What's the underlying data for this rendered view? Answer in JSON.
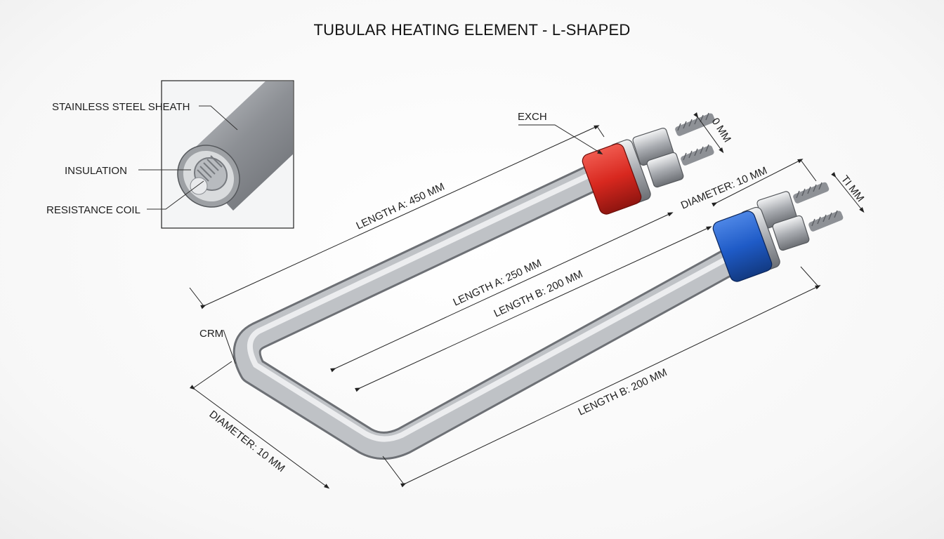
{
  "title": "TUBULAR HEATING ELEMENT - L-SHAPED",
  "inset": {
    "callouts": {
      "sheath": "STAINLESS STEEL SHEATH",
      "insulation": "INSULATION",
      "coil": "RESISTANCE COIL"
    }
  },
  "dimensions": {
    "exch": "EXCH",
    "top_mm": "0 MM",
    "length_a_450": "LENGTH A: 450 MM",
    "diameter_right": "DIAMETER: 10 MM",
    "right_mm": "TI MM",
    "length_a_250": "LENGTH A: 250 MM",
    "length_b_200_inner": "LENGTH B: 200 MM",
    "crm": "CRM",
    "diameter_left": "DIAMETER:  10 MM",
    "length_b_200_outer": "LENGTH B: 200 MM"
  },
  "colors": {
    "hot_nut": "#d8281f",
    "cold_nut": "#1f5bc7",
    "steel": "#b9bcc0"
  }
}
